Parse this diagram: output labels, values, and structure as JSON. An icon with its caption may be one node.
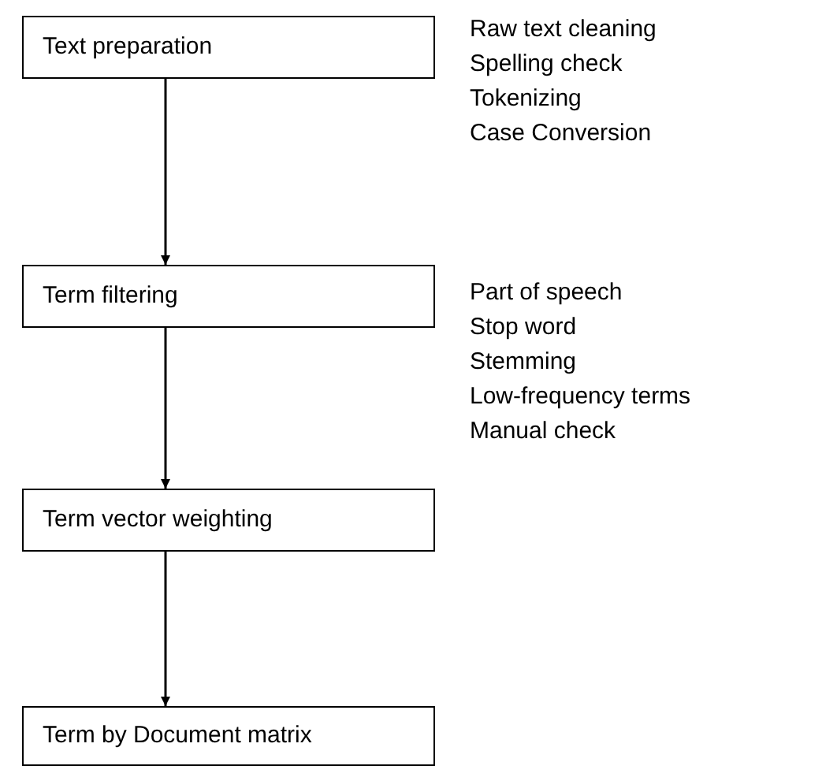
{
  "diagram": {
    "nodes": [
      {
        "text": [
          "Text preparation"
        ],
        "beside": [
          "Raw text cleaning",
          "Spelling check",
          "Tokenizing",
          "Case Conversion"
        ]
      },
      {
        "text": [
          "Term filtering"
        ],
        "beside": [
          "Part of speech",
          "Stop word",
          "Stemming",
          "Low-frequency terms",
          "Manual check"
        ]
      },
      {
        "text": [
          "Term vector weighting"
        ]
      },
      {
        "text": [
          "Term by Document matrix"
        ]
      }
    ],
    "edges": [
      {
        "from": 0,
        "to": 1,
        "arrow": "to"
      },
      {
        "from": 1,
        "to": 2,
        "arrow": "to"
      },
      {
        "from": 2,
        "to": 3,
        "arrow": "to"
      }
    ]
  }
}
